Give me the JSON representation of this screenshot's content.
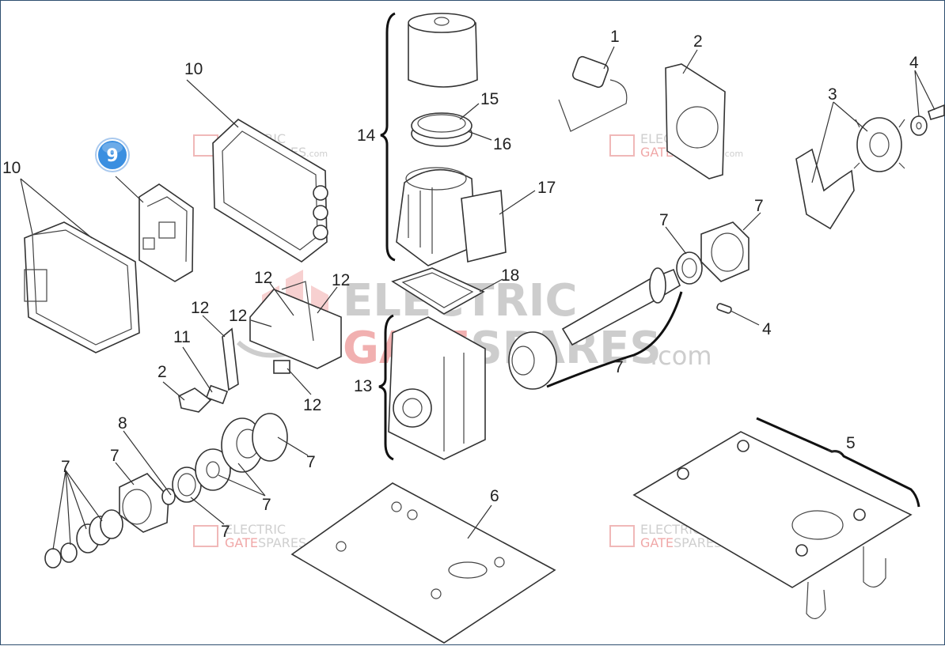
{
  "watermark": {
    "line1": "ELECTRIC",
    "line2_a": "GATE",
    "line2_b": "SPARES",
    "suffix": ".com"
  },
  "highlight_badge": {
    "label": "9",
    "color": "#3b8fe0"
  },
  "callouts": {
    "c1": "1",
    "c2a": "2",
    "c2b": "2",
    "c3": "3",
    "c4a": "4",
    "c4b": "4",
    "c5": "5",
    "c6": "6",
    "c7a": "7",
    "c7b": "7",
    "c7c": "7",
    "c7d": "7",
    "c7e": "7",
    "c7f": "7",
    "c7g": "7",
    "c7h": "7",
    "c8": "8",
    "c10a": "10",
    "c10b": "10",
    "c11": "11",
    "c12a": "12",
    "c12b": "12",
    "c12c": "12",
    "c12d": "12",
    "c12e": "12",
    "c13": "13",
    "c14": "14",
    "c15": "15",
    "c16": "16",
    "c17": "17",
    "c18": "18"
  }
}
